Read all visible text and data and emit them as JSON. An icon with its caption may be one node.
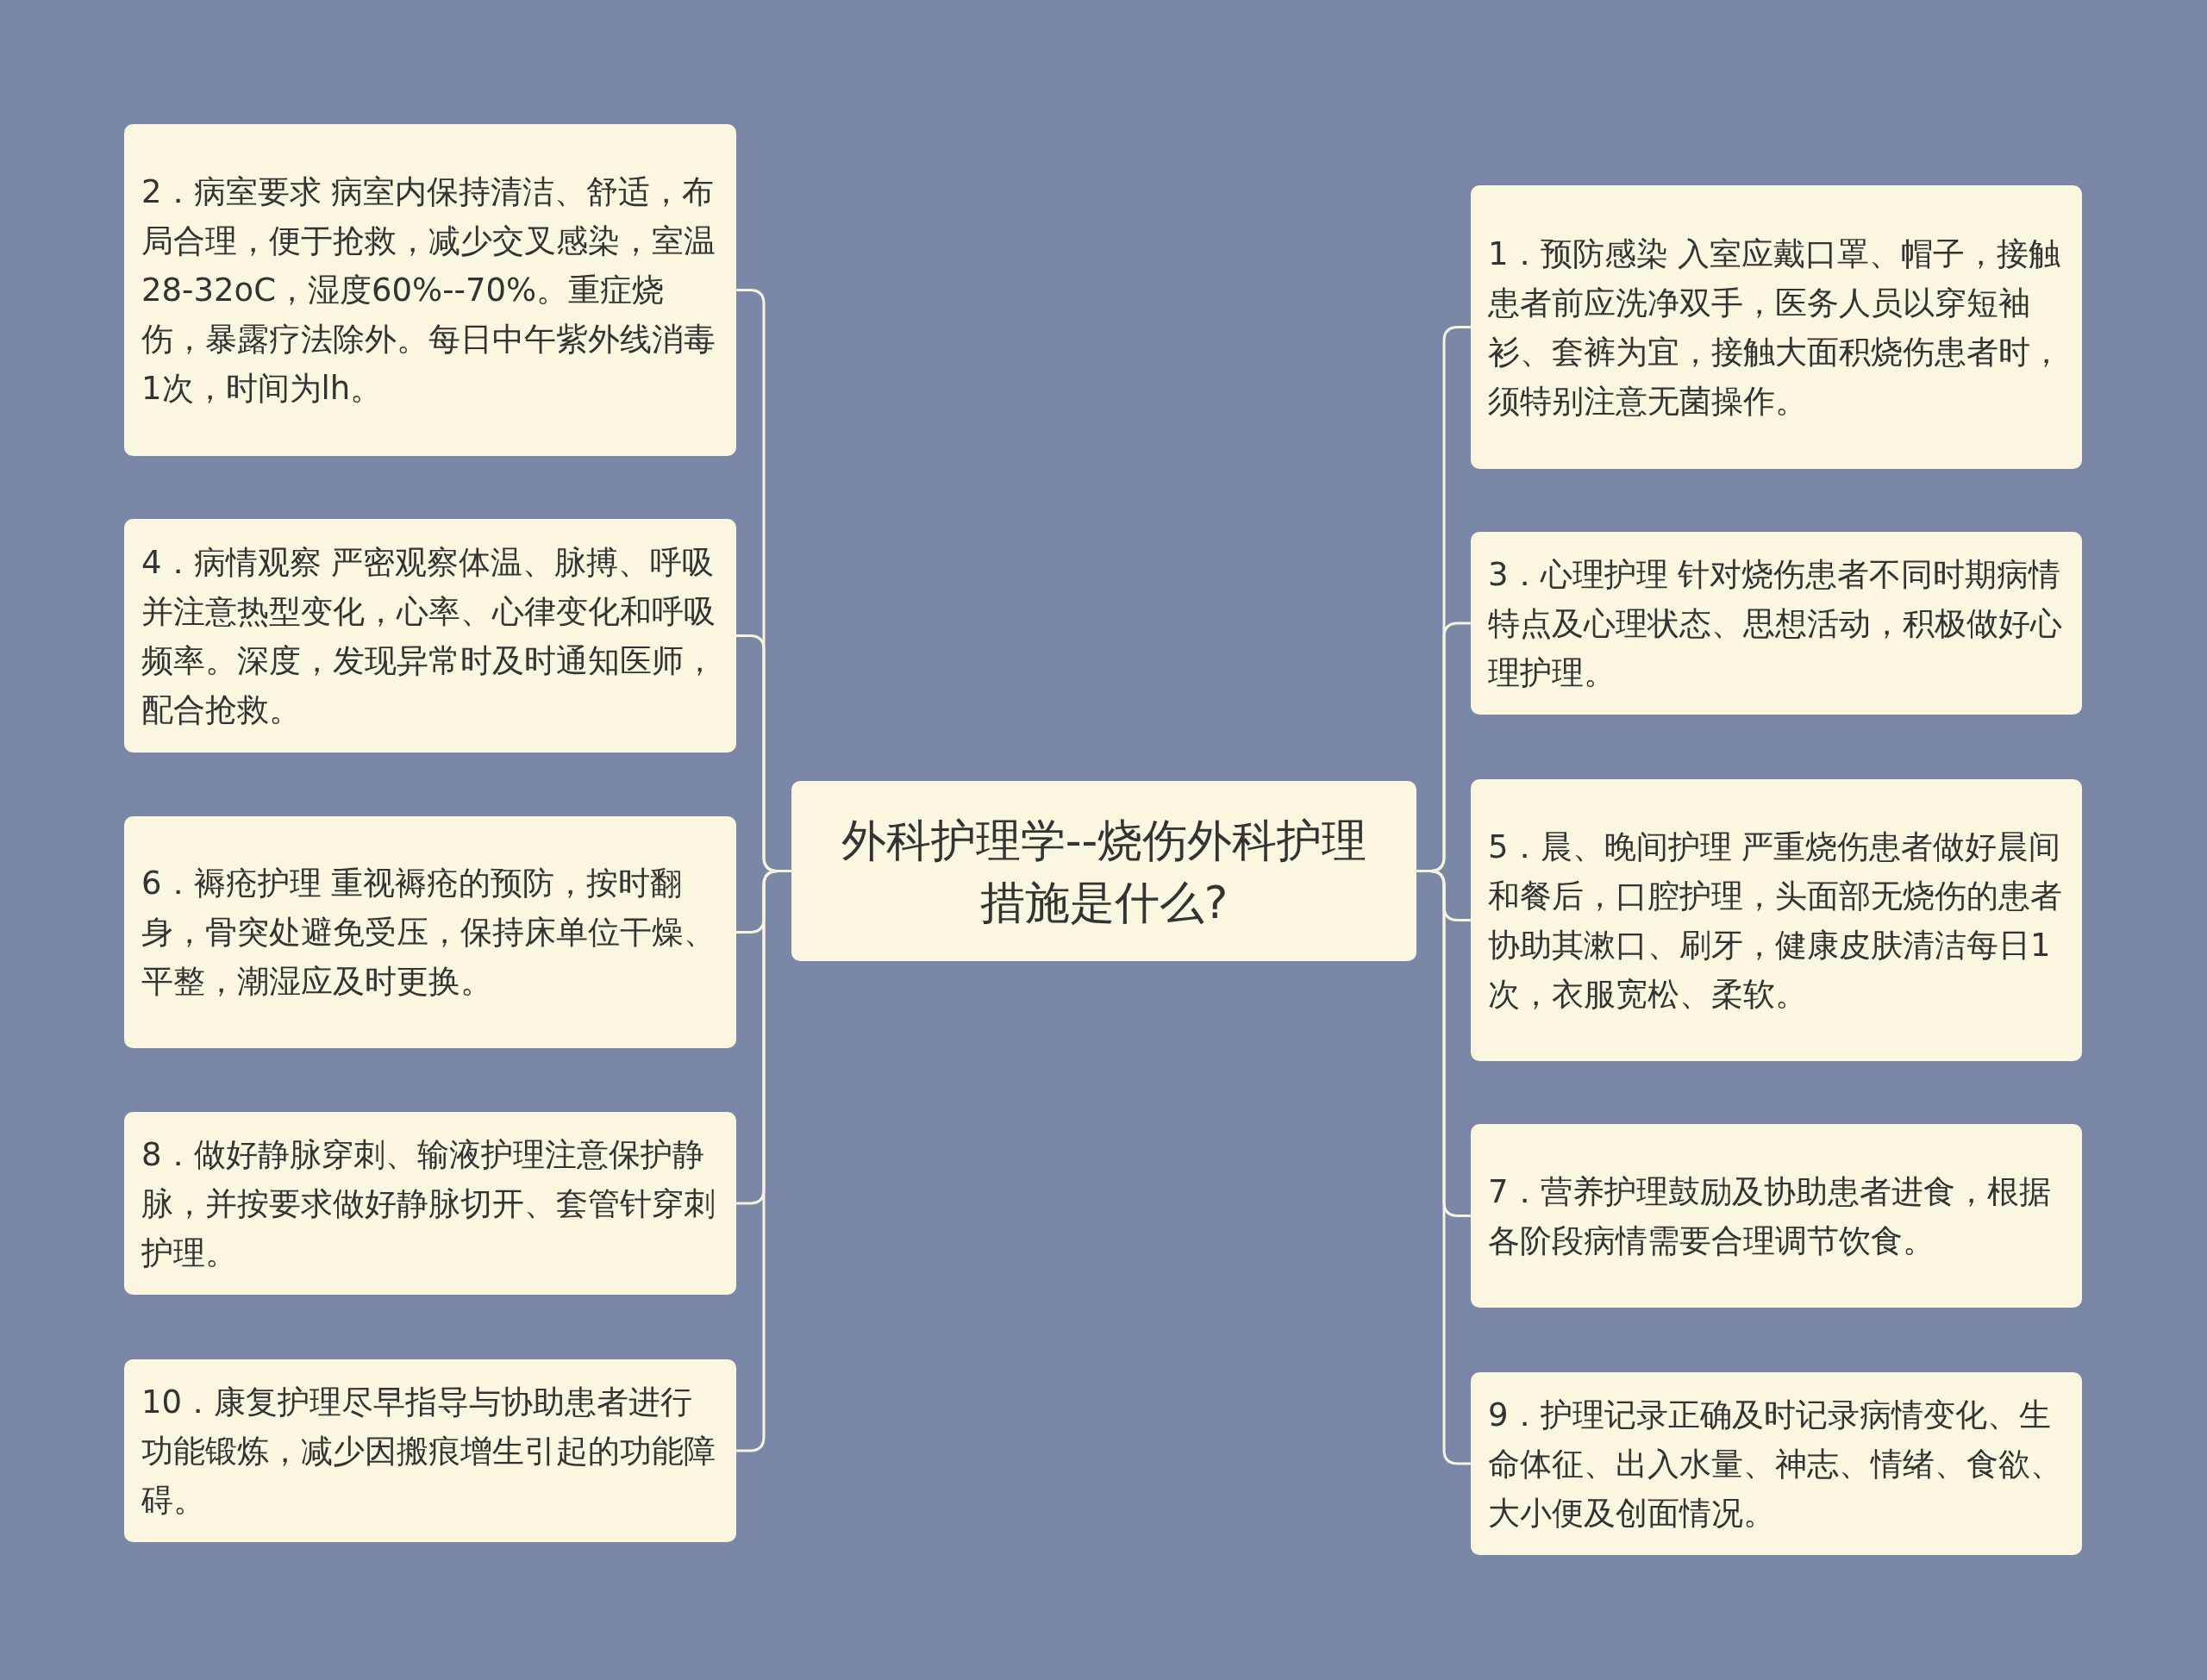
{
  "diagram": {
    "nodes": [
      {
        "text": [
          "外科护理学--烧伤外科护理措施是什么?"
        ]
      },
      {
        "text": [
          "2．病室要求 病室内保持清洁、舒适，布局合理，便于抢救，减少交叉感染，室温28-32oC，湿度60%--70%。重症烧伤，暴露疗法除外。每日中午紫外线消毒1次，时间为lh。"
        ]
      },
      {
        "text": [
          "4．病情观察 严密观察体温、脉搏、呼吸并注意热型变化，心率、心律变化和呼吸频率。深度，发现异常时及时通知医师，配合抢救。"
        ]
      },
      {
        "text": [
          "6．褥疮护理 重视褥疮的预防，按时翻身，骨突处避免受压，保持床单位干燥、平整，潮湿应及时更换。"
        ]
      },
      {
        "text": [
          "8．做好静脉穿刺、输液护理注意保护静脉，并按要求做好静脉切开、套管针穿刺护理。"
        ]
      },
      {
        "text": [
          "10．康复护理尽早指导与协助患者进行功能锻炼，减少因搬痕增生引起的功能障碍。"
        ]
      },
      {
        "text": [
          "1．预防感染 入室应戴口罩、帽子，接触患者前应洗净双手，医务人员以穿短袖衫、套裤为宜，接触大面积烧伤患者时，须特别注意无菌操作。"
        ]
      },
      {
        "text": [
          "3．心理护理 针对烧伤患者不同时期病情特点及心理状态、思想活动，积极做好心理护理。"
        ]
      },
      {
        "text": [
          "5．晨、晚间护理 严重烧伤患者做好晨间和餐后，口腔护理，头面部无烧伤的患者协助其漱口、刷牙，健康皮肤清洁每日1次，衣服宽松、柔软。"
        ]
      },
      {
        "text": [
          "7．营养护理鼓励及协助患者进食，根据各阶段病情需要合理调节饮食。"
        ]
      },
      {
        "text": [
          "9．护理记录正确及时记录病情变化、生命体征、出入水量、神志、情绪、食欲、大小便及创面情况。"
        ]
      }
    ],
    "edges": [
      {
        "from": 0,
        "to": 1,
        "arrow": "none"
      },
      {
        "from": 0,
        "to": 2,
        "arrow": "none"
      },
      {
        "from": 0,
        "to": 3,
        "arrow": "none"
      },
      {
        "from": 0,
        "to": 4,
        "arrow": "none"
      },
      {
        "from": 0,
        "to": 5,
        "arrow": "none"
      },
      {
        "from": 0,
        "to": 6,
        "arrow": "none"
      },
      {
        "from": 0,
        "to": 7,
        "arrow": "none"
      },
      {
        "from": 0,
        "to": 8,
        "arrow": "none"
      },
      {
        "from": 0,
        "to": 9,
        "arrow": "none"
      },
      {
        "from": 0,
        "to": 10,
        "arrow": "none"
      }
    ]
  }
}
